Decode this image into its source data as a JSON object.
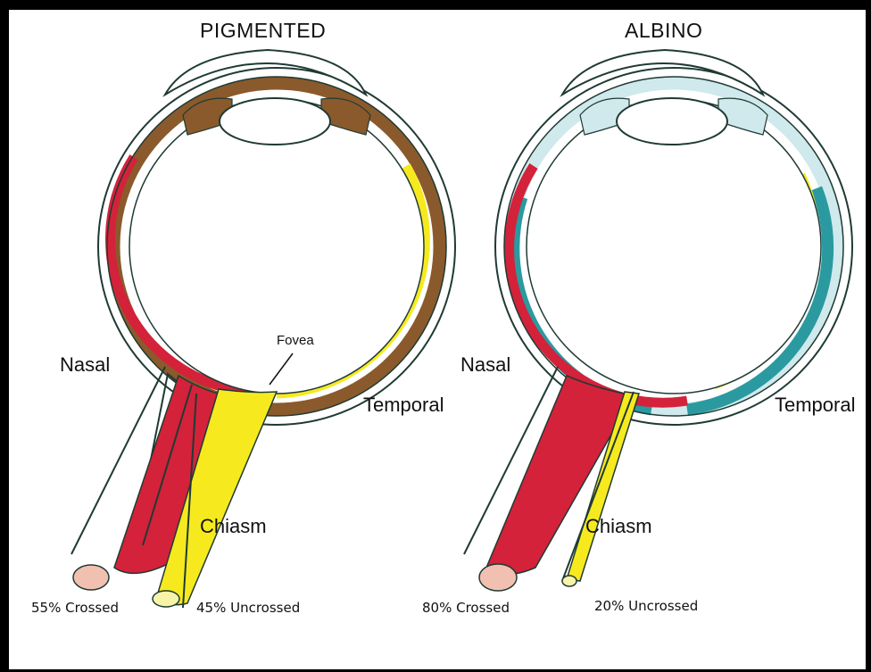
{
  "panels": [
    {
      "title": "PIGMENTED",
      "nasal": "Nasal",
      "temporal": "Temporal",
      "fovea": "Fovea",
      "chiasm": "Chiasm",
      "crossed": "55% Crossed",
      "uncrossed": "45% Uncrossed"
    },
    {
      "title": "ALBINO",
      "nasal": "Nasal",
      "temporal": "Temporal",
      "chiasm": "Chiasm",
      "crossed": "80% Crossed",
      "uncrossed": "20% Uncrossed"
    }
  ],
  "colors": {
    "nasal_fibers": "#d3223a",
    "temporal_fibers": "#f6ea1f",
    "pigment_layer": "#8a5a2c",
    "albino_layer": "#2a9aa0",
    "albino_layer_light": "#cfe9ec",
    "outline": "#1f3a34",
    "crossed_stump": "#f2c0b0",
    "uncrossed_stump": "#f7f3a8"
  }
}
